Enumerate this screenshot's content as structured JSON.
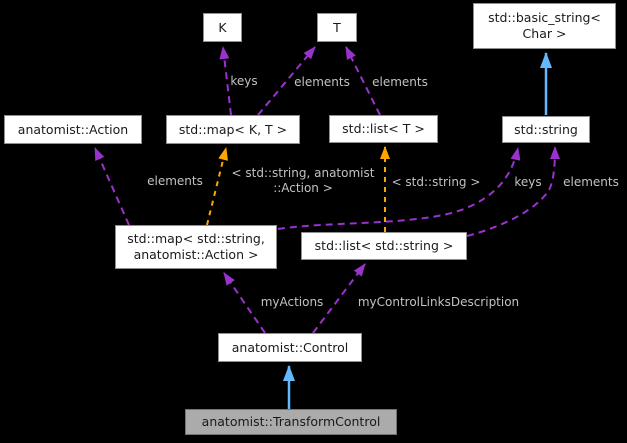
{
  "colors": {
    "background": "#000000",
    "node_fill": "#ffffff",
    "node_border": "#8f8f8f",
    "node_text": "#1a1a1a",
    "current_node_fill": "#ababab",
    "current_node_border": "#737373",
    "usage_edge": "#9a32cd",
    "template_edge": "#ffa500",
    "inheritance_edge": "#63b8ff",
    "edge_label_text": "#c2c2c2"
  },
  "nodes": {
    "k": {
      "label": "K"
    },
    "t": {
      "label": "T"
    },
    "basic_string": {
      "label": "std::basic_string<\nChar >"
    },
    "action": {
      "label": "anatomist::Action"
    },
    "map_kt": {
      "label": "std::map< K, T >"
    },
    "list_t": {
      "label": "std::list< T >"
    },
    "string": {
      "label": "std::string"
    },
    "map_string_action": {
      "label": "std::map< std::string,\nanatomist::Action >"
    },
    "list_string": {
      "label": "std::list< std::string >"
    },
    "control": {
      "label": "anatomist::Control"
    },
    "transform_control": {
      "label": "anatomist::TransformControl"
    }
  },
  "edge_labels": {
    "keys_map_to_k": "keys",
    "elements_map_to_t": "elements",
    "elements_list_to_t": "elements",
    "elements_map2_to_action": "elements",
    "template_map": "< std::string, anatomist\n::Action >",
    "template_list": "< std::string >",
    "keys_map2_to_string": "keys",
    "elements_list2_to_string": "elements",
    "my_actions": "myActions",
    "my_control_links": "myControlLinksDescription"
  }
}
